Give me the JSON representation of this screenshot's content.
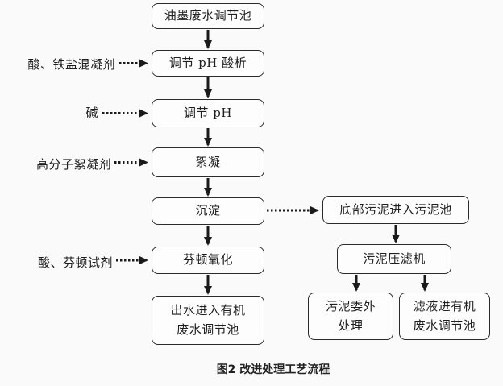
{
  "page": {
    "caption": "图2 改进处理工艺流程",
    "background_color": "#fafafa",
    "line_color": "#1a1a1a",
    "box_border_color": "#2b2b2b"
  },
  "flowchart": {
    "nodes": {
      "ink_tank": {
        "label": "油墨废水调节池"
      },
      "ph_acid": {
        "label": "调节 pH 酸析"
      },
      "ph_adjust": {
        "label": "调节 pH"
      },
      "flocculation": {
        "label": "絮凝"
      },
      "sedimentation": {
        "label": "沉淀"
      },
      "fenton": {
        "label": "芬顿氧化"
      },
      "outlet": {
        "label": "出水进入有机\n废水调节池"
      },
      "sludge_pool": {
        "label": "底部污泥进入污泥池"
      },
      "filter_press": {
        "label": "污泥压滤机"
      },
      "outsourced": {
        "label": "污泥委外\n处理"
      },
      "filtrate": {
        "label": "滤液进有机\n废水调节池"
      }
    },
    "reagents": {
      "acid_iron": {
        "label": "酸、铁盐混凝剂"
      },
      "alkali": {
        "label": "碱"
      },
      "polymer": {
        "label": "高分子絮凝剂"
      },
      "acid_fenton": {
        "label": "酸、芬顿试剂"
      }
    }
  }
}
